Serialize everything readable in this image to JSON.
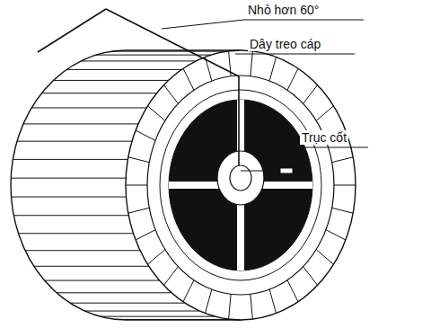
{
  "diagram": {
    "labels": [
      "Nhỏ hơn 60°",
      "Dây treo cáp",
      "Trục cốt"
    ]
  }
}
